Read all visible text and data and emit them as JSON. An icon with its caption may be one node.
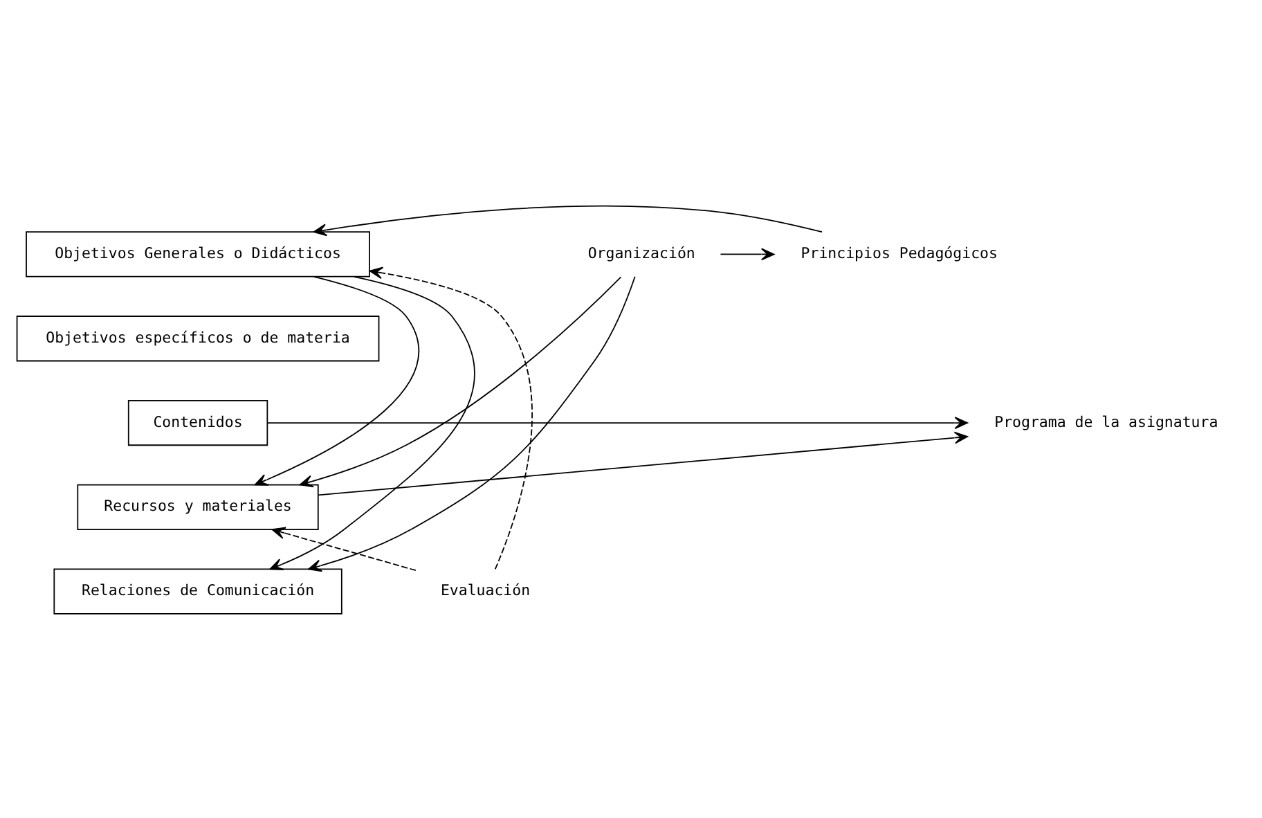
{
  "diagram": {
    "nodes": [
      {
        "text": [
          "Objetivos Generales o Didácticos"
        ]
      },
      {
        "text": [
          "Objetivos específicos o de materia"
        ]
      },
      {
        "text": [
          "Contenidos"
        ]
      },
      {
        "text": [
          "Recursos y materiales"
        ]
      },
      {
        "text": [
          "Relaciones de Comunicación"
        ]
      },
      {
        "text": [
          "Principios Pedagógicos"
        ]
      },
      {
        "text": [
          "Programa de la asignatura"
        ]
      },
      {
        "text": [
          "Organización"
        ]
      },
      {
        "text": [
          "Evaluación"
        ]
      }
    ],
    "edges": [
      {
        "from": 5,
        "to": 0,
        "arrow": "to"
      },
      {
        "from": 7,
        "to": 5,
        "arrow": "to"
      },
      {
        "from": 2,
        "to": 6,
        "arrow": "to"
      },
      {
        "from": 3,
        "to": 6,
        "arrow": "to"
      },
      {
        "from": 0,
        "to": 3,
        "arrow": "to"
      },
      {
        "from": 0,
        "to": 4,
        "arrow": "to"
      },
      {
        "from": 7,
        "to": 3,
        "arrow": "to"
      },
      {
        "from": 7,
        "to": 4,
        "arrow": "to"
      },
      {
        "from": 8,
        "to": 3,
        "arrow": "to",
        "style": "dashed"
      },
      {
        "from": 8,
        "to": 0,
        "arrow": "to",
        "style": "dashed"
      }
    ]
  }
}
